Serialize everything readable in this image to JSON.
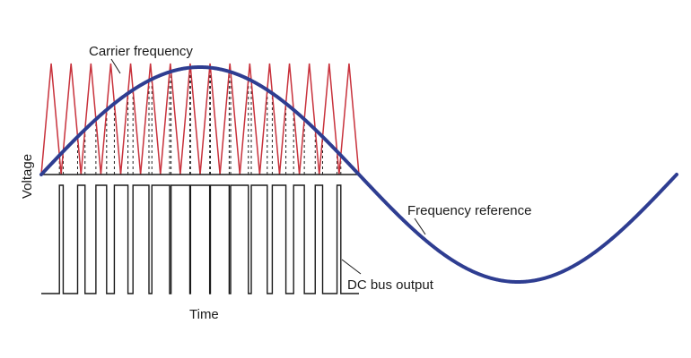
{
  "labels": {
    "carrier": "Carrier frequency",
    "reference": "Frequency reference",
    "dc_bus": "DC bus output",
    "time_axis": "Time",
    "voltage_axis": "Voltage"
  },
  "colors": {
    "carrier": "#c8323c",
    "reference": "#2e3d91",
    "pulse": "#1a1a1a",
    "axis": "#1a1a1a"
  },
  "diagram": {
    "carrier_periods": 16,
    "reference": "sine, one full cycle; PWM region covers first half-cycle"
  }
}
